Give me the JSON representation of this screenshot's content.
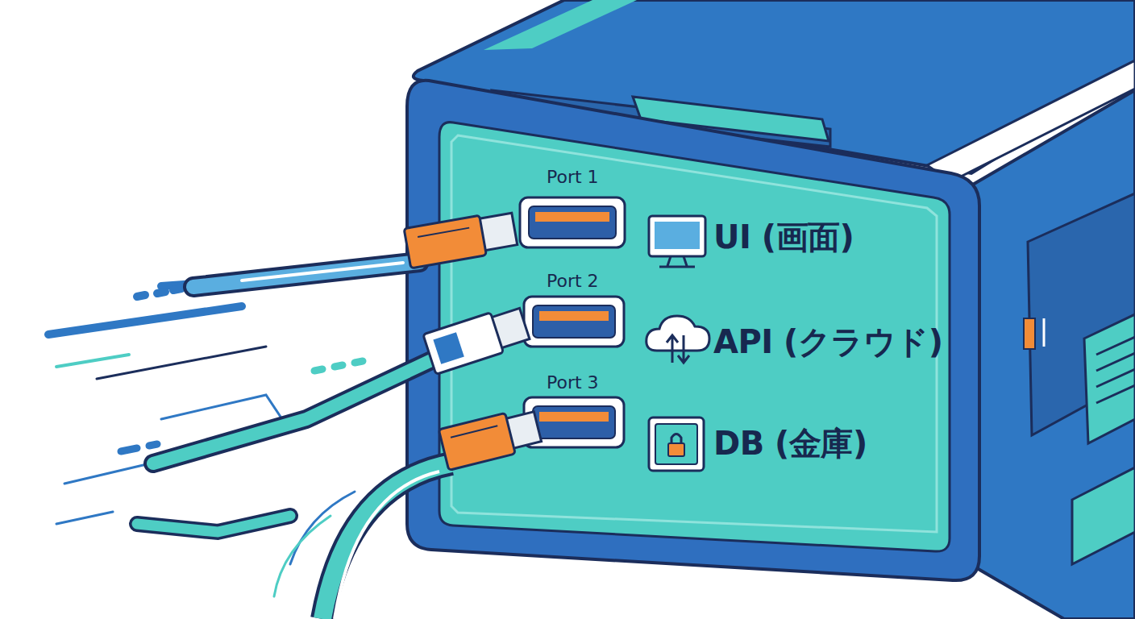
{
  "diagram": {
    "labels": [
      "Port 1",
      "UI (画面)",
      "Port 2",
      "API (クラウド)",
      "Port 3",
      "DB (金庫)"
    ]
  }
}
